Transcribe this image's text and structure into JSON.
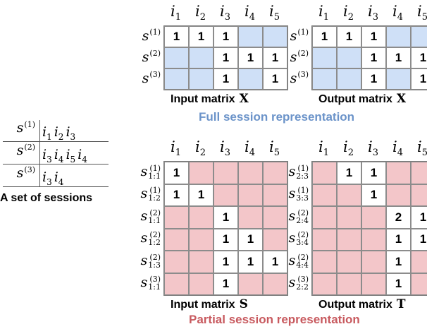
{
  "columns": [
    "i",
    "i",
    "i",
    "i",
    "i"
  ],
  "column_subscripts": [
    "1",
    "2",
    "3",
    "4",
    "5"
  ],
  "full": {
    "section_label": "Full session representation",
    "section_color": "#6b93c9",
    "fill_color": "#cfe0f7",
    "input": {
      "caption": "Input matrix",
      "symbol": "X",
      "rows": [
        {
          "base": "s",
          "sup": "(1)",
          "sub": ""
        },
        {
          "base": "s",
          "sup": "(2)",
          "sub": ""
        },
        {
          "base": "s",
          "sup": "(3)",
          "sub": ""
        }
      ],
      "cells": [
        [
          "1",
          "1",
          "1",
          "",
          ""
        ],
        [
          "",
          "",
          "1",
          "1",
          "1"
        ],
        [
          "",
          "",
          "1",
          "",
          "1"
        ]
      ]
    },
    "output": {
      "caption": "Output matrix",
      "symbol": "X",
      "rows": [
        {
          "base": "s",
          "sup": "(1)",
          "sub": ""
        },
        {
          "base": "s",
          "sup": "(2)",
          "sub": ""
        },
        {
          "base": "s",
          "sup": "(3)",
          "sub": ""
        }
      ],
      "cells": [
        [
          "1",
          "1",
          "1",
          "",
          ""
        ],
        [
          "",
          "",
          "1",
          "1",
          "1"
        ],
        [
          "",
          "",
          "1",
          "",
          "1"
        ]
      ]
    }
  },
  "partial": {
    "section_label": "Partial session representation",
    "section_color": "#c85a5f",
    "fill_color": "#f3c6c9",
    "input": {
      "caption": "Input matrix",
      "symbol": "S",
      "rows": [
        {
          "base": "s",
          "sup": "(1)",
          "sub": "1:1"
        },
        {
          "base": "s",
          "sup": "(1)",
          "sub": "1:2"
        },
        {
          "base": "s",
          "sup": "(2)",
          "sub": "1:1"
        },
        {
          "base": "s",
          "sup": "(2)",
          "sub": "1:2"
        },
        {
          "base": "s",
          "sup": "(2)",
          "sub": "1:3"
        },
        {
          "base": "s",
          "sup": "(3)",
          "sub": "1:1"
        }
      ],
      "cells": [
        [
          "1",
          "",
          "",
          "",
          ""
        ],
        [
          "1",
          "1",
          "",
          "",
          ""
        ],
        [
          "",
          "",
          "1",
          "",
          ""
        ],
        [
          "",
          "",
          "1",
          "1",
          ""
        ],
        [
          "",
          "",
          "1",
          "1",
          "1"
        ],
        [
          "",
          "",
          "1",
          "",
          ""
        ]
      ]
    },
    "output": {
      "caption": "Output matrix",
      "symbol": "T",
      "rows": [
        {
          "base": "s",
          "sup": "(1)",
          "sub": "2:3"
        },
        {
          "base": "s",
          "sup": "(1)",
          "sub": "3:3"
        },
        {
          "base": "s",
          "sup": "(2)",
          "sub": "2:4"
        },
        {
          "base": "s",
          "sup": "(2)",
          "sub": "3:4"
        },
        {
          "base": "s",
          "sup": "(2)",
          "sub": "4:4"
        },
        {
          "base": "s",
          "sup": "(3)",
          "sub": "2:2"
        }
      ],
      "cells": [
        [
          "",
          "1",
          "1",
          "",
          ""
        ],
        [
          "",
          "",
          "1",
          "",
          ""
        ],
        [
          "",
          "",
          "",
          "2",
          "1"
        ],
        [
          "",
          "",
          "",
          "1",
          "1"
        ],
        [
          "",
          "",
          "",
          "1",
          ""
        ],
        [
          "",
          "",
          "",
          "1",
          ""
        ]
      ]
    }
  },
  "sessions": {
    "caption": "A set of sessions",
    "rows": [
      {
        "base": "s",
        "sup": "(1)",
        "items": [
          {
            "b": "i",
            "s": "1"
          },
          {
            "b": "i",
            "s": "2"
          },
          {
            "b": "i",
            "s": "3"
          }
        ]
      },
      {
        "base": "s",
        "sup": "(2)",
        "items": [
          {
            "b": "i",
            "s": "3"
          },
          {
            "b": "i",
            "s": "4"
          },
          {
            "b": "i",
            "s": "5"
          },
          {
            "b": "i",
            "s": "4"
          }
        ]
      },
      {
        "base": "s",
        "sup": "(3)",
        "items": [
          {
            "b": "i",
            "s": "3"
          },
          {
            "b": "i",
            "s": "4"
          }
        ]
      }
    ]
  }
}
